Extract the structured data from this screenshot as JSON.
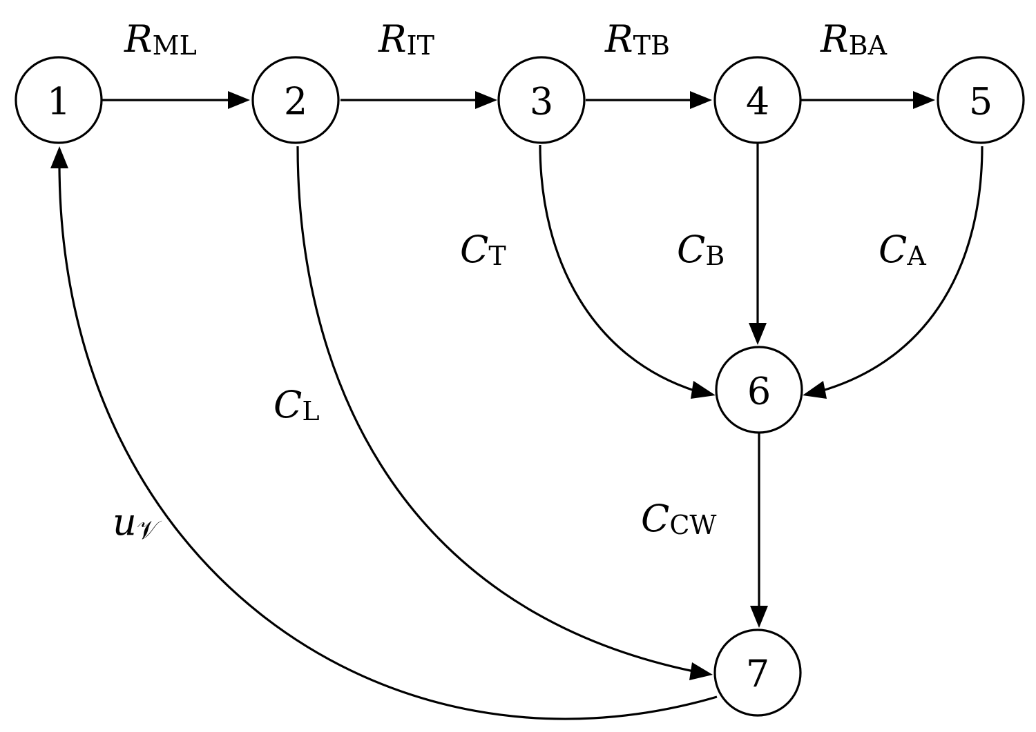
{
  "nodes": [
    {
      "id": "1",
      "label": "1"
    },
    {
      "id": "2",
      "label": "2"
    },
    {
      "id": "3",
      "label": "3"
    },
    {
      "id": "4",
      "label": "4"
    },
    {
      "id": "5",
      "label": "5"
    },
    {
      "id": "6",
      "label": "6"
    },
    {
      "id": "7",
      "label": "7"
    }
  ],
  "edges": [
    {
      "from": "1",
      "to": "2",
      "symbol": "R",
      "subscript": "ML"
    },
    {
      "from": "2",
      "to": "3",
      "symbol": "R",
      "subscript": "IT"
    },
    {
      "from": "3",
      "to": "4",
      "symbol": "R",
      "subscript": "TB"
    },
    {
      "from": "4",
      "to": "5",
      "symbol": "R",
      "subscript": "BA"
    },
    {
      "from": "3",
      "to": "6",
      "symbol": "C",
      "subscript": "T"
    },
    {
      "from": "4",
      "to": "6",
      "symbol": "C",
      "subscript": "B"
    },
    {
      "from": "5",
      "to": "6",
      "symbol": "C",
      "subscript": "A"
    },
    {
      "from": "6",
      "to": "7",
      "symbol": "C",
      "subscript": "CW"
    },
    {
      "from": "2",
      "to": "7",
      "symbol": "C",
      "subscript": "L"
    },
    {
      "from": "7",
      "to": "1",
      "symbol": "u",
      "subscript": "𝒱"
    }
  ]
}
